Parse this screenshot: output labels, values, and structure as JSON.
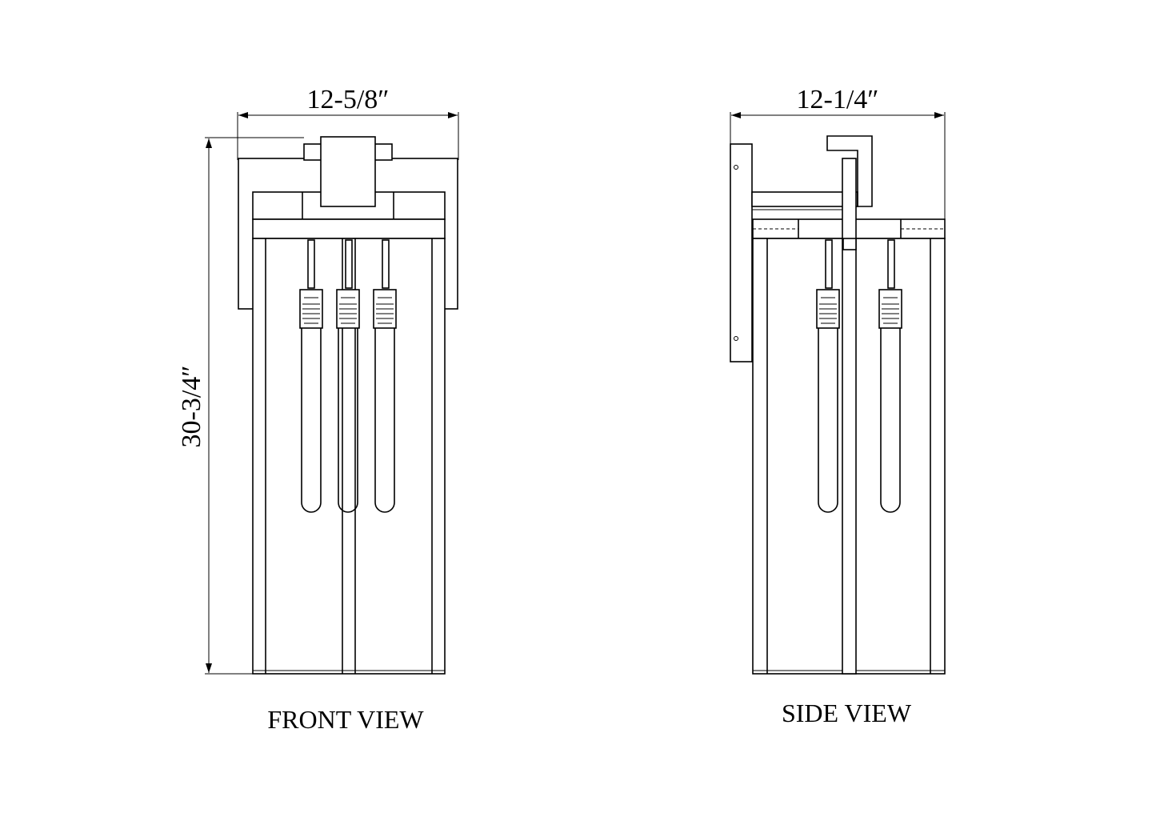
{
  "front_view": {
    "width_dim": "12-5/8″",
    "height_dim": "30-3/4″",
    "caption": "FRONT VIEW"
  },
  "side_view": {
    "width_dim": "12-1/4″",
    "caption": "SIDE VIEW"
  },
  "colors": {
    "line": "#000000",
    "background": "#ffffff"
  }
}
